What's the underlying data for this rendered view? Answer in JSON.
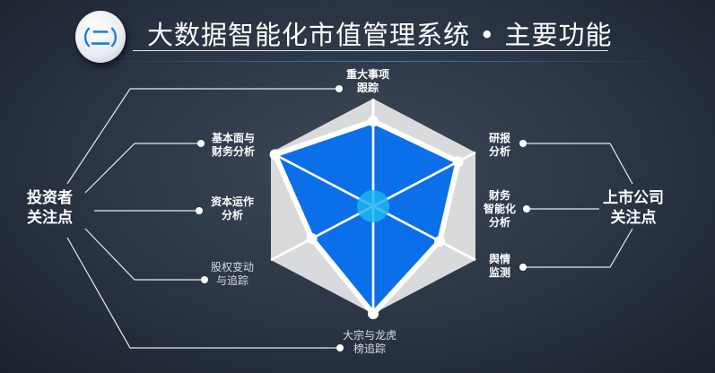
{
  "header": {
    "badge": "（二）",
    "title": "大数据智能化市值管理系统 • 主要功能"
  },
  "groups": {
    "left": "投资者\n关注点",
    "right": "上市公司\n关注点"
  },
  "axes": [
    {
      "label": "重大事项\n跟踪",
      "value": 0.79
    },
    {
      "label": "研报\n分析",
      "value": 0.83
    },
    {
      "label": "舆情\n监测",
      "value": 0.65
    },
    {
      "label": "大宗与龙虎\n榜追踪",
      "value": 1.0
    },
    {
      "label": "股权变动\n与追踪",
      "value": 0.6
    },
    {
      "label": "基本面与\n财务分析",
      "value": 0.96
    }
  ],
  "extra_labels": {
    "capital": "资本运作\n分析",
    "fin_ai": "财务\n智能化\n分析"
  },
  "colors": {
    "fill": "#0a6fe8",
    "hex": "#d9dadc",
    "center": "#1fb4f0"
  }
}
